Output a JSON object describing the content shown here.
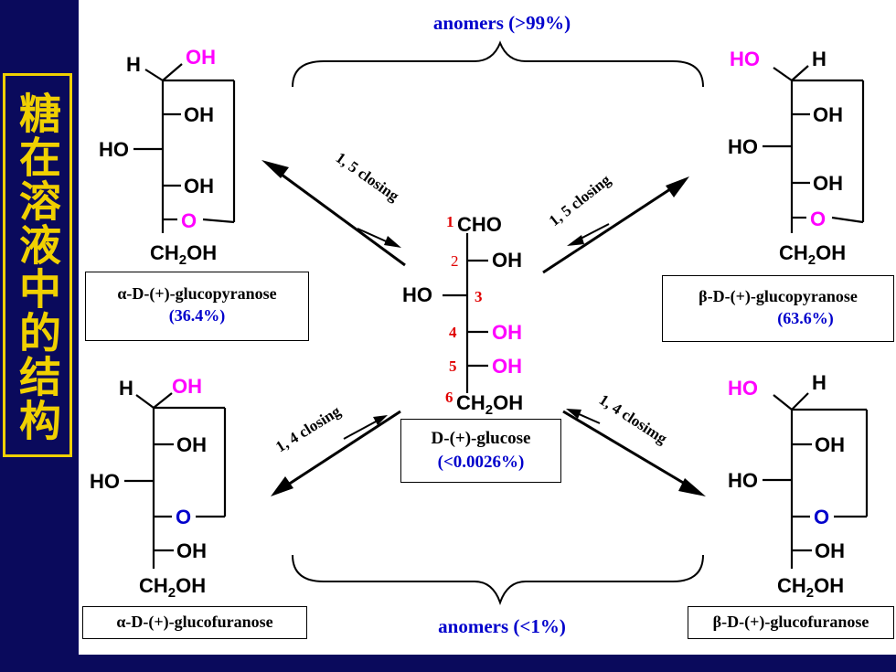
{
  "side_title": "糖在溶液中的结构",
  "anomers_top": "anomers (>99%)",
  "anomers_bottom": "anomers (<1%)",
  "arrows": {
    "tl": "1, 5 closing",
    "tr": "1, 5 closing",
    "bl": "1, 4 closing",
    "br": "1, 4 closimg"
  },
  "center": {
    "c1": "1",
    "c2": "2",
    "c3": "3",
    "c4": "4",
    "c5": "5",
    "c6": "6",
    "cho": "CHO",
    "oh2": "OH",
    "ho3": "HO",
    "oh4": "OH",
    "oh5": "OH",
    "ch2oh_a": "CH",
    "ch2oh_sub": "2",
    "ch2oh_b": "OH",
    "name": "D-(+)-glucose",
    "pct": "(<0.0026%)"
  },
  "atoms": {
    "H": "H",
    "OH": "OH",
    "HO": "HO",
    "O": "O",
    "CH": "CH",
    "sub2": "2"
  },
  "alpha_pyr": {
    "name": "α-D-(+)-glucopyranose",
    "pct": "(36.4%)"
  },
  "beta_pyr": {
    "name": "β-D-(+)-glucopyranose",
    "pct": "(63.6%)"
  },
  "alpha_fur": {
    "name": "α-D-(+)-glucofuranose"
  },
  "beta_fur": {
    "name": "β-D-(+)-glucofuranose"
  },
  "colors": {
    "magenta": "#ff00ff",
    "blue": "#0000cc",
    "red": "#e00000",
    "navy": "#0a0a5c",
    "gold": "#f0d000"
  }
}
